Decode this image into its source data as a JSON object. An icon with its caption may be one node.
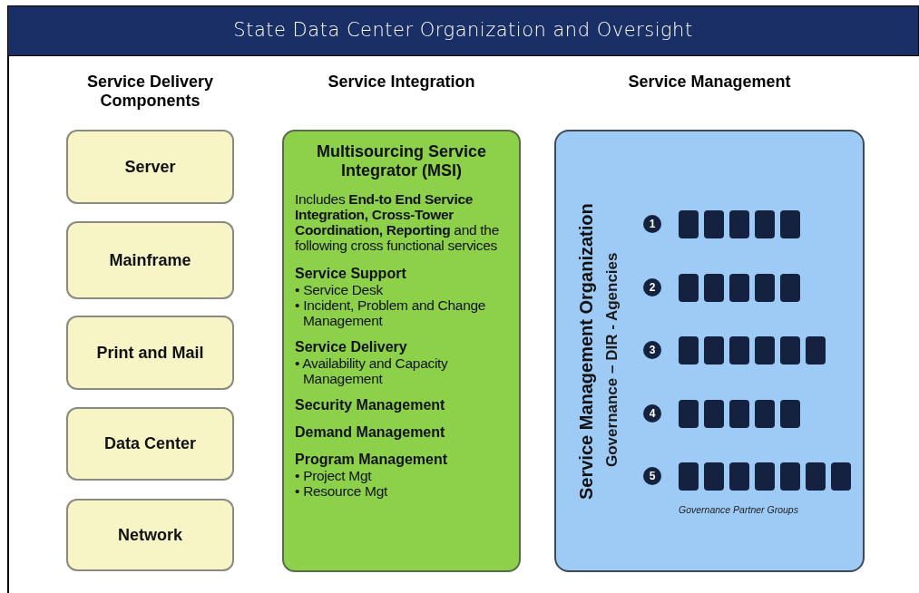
{
  "diagram": {
    "title": "State Data Center Organization and Oversight",
    "nodes": [
      {
        "text": [
          "Server"
        ]
      },
      {
        "text": [
          "Mainframe"
        ]
      },
      {
        "text": [
          "Print and Mail"
        ]
      },
      {
        "text": [
          "Data Center"
        ]
      },
      {
        "text": [
          "Network"
        ]
      },
      {
        "text": [
          "Multisourcing Service Integrator (MSI)",
          "Includes **End-to End Service Integration, Cross-Tower Coordination, Reporting** and the following cross functional services",
          "Service Support",
          "• Service Desk",
          "• Incident, Problem and Change Management",
          "Service Delivery",
          "• Availability and Capacity Management",
          "Security Management",
          "Demand Management",
          "Program Management",
          "• Project Mgt",
          "• Resource Mgt"
        ]
      },
      {
        "text": [
          "Service Management Organization",
          "Governance – DIR - Agencies",
          "Governance Partner Groups"
        ]
      },
      {
        "text": [
          "1"
        ],
        "in": 6
      },
      {
        "text": [],
        "shape": "box",
        "in": 6
      },
      {
        "text": [],
        "shape": "box",
        "in": 6
      },
      {
        "text": [],
        "shape": "box",
        "in": 6
      },
      {
        "text": [],
        "shape": "box",
        "in": 6
      },
      {
        "text": [],
        "shape": "box",
        "in": 6
      },
      {
        "text": [
          "2"
        ],
        "in": 6
      },
      {
        "text": [],
        "shape": "box",
        "in": 6
      },
      {
        "text": [],
        "shape": "box",
        "in": 6
      },
      {
        "text": [],
        "shape": "box",
        "in": 6
      },
      {
        "text": [],
        "shape": "box",
        "in": 6
      },
      {
        "text": [],
        "shape": "box",
        "in": 6
      },
      {
        "text": [
          "3"
        ],
        "in": 6
      },
      {
        "text": [],
        "shape": "box",
        "in": 6
      },
      {
        "text": [],
        "shape": "box",
        "in": 6
      },
      {
        "text": [],
        "shape": "box",
        "in": 6
      },
      {
        "text": [],
        "shape": "box",
        "in": 6
      },
      {
        "text": [],
        "shape": "box",
        "in": 6
      },
      {
        "text": [],
        "shape": "box",
        "in": 6
      },
      {
        "text": [
          "4"
        ],
        "in": 6
      },
      {
        "text": [],
        "shape": "box",
        "in": 6
      },
      {
        "text": [],
        "shape": "box",
        "in": 6
      },
      {
        "text": [],
        "shape": "box",
        "in": 6
      },
      {
        "text": [],
        "shape": "box",
        "in": 6
      },
      {
        "text": [],
        "shape": "box",
        "in": 6
      },
      {
        "text": [
          "5"
        ],
        "in": 6
      },
      {
        "text": [],
        "shape": "box",
        "in": 6
      },
      {
        "text": [],
        "shape": "box",
        "in": 6
      },
      {
        "text": [],
        "shape": "box",
        "in": 6
      },
      {
        "text": [],
        "shape": "box",
        "in": 6
      },
      {
        "text": [],
        "shape": "box",
        "in": 6
      },
      {
        "text": [],
        "shape": "box",
        "in": 6
      },
      {
        "text": [],
        "shape": "box",
        "in": 6
      }
    ],
    "labels": [
      "Service Delivery Components",
      "Service Integration",
      "Service Management"
    ]
  }
}
